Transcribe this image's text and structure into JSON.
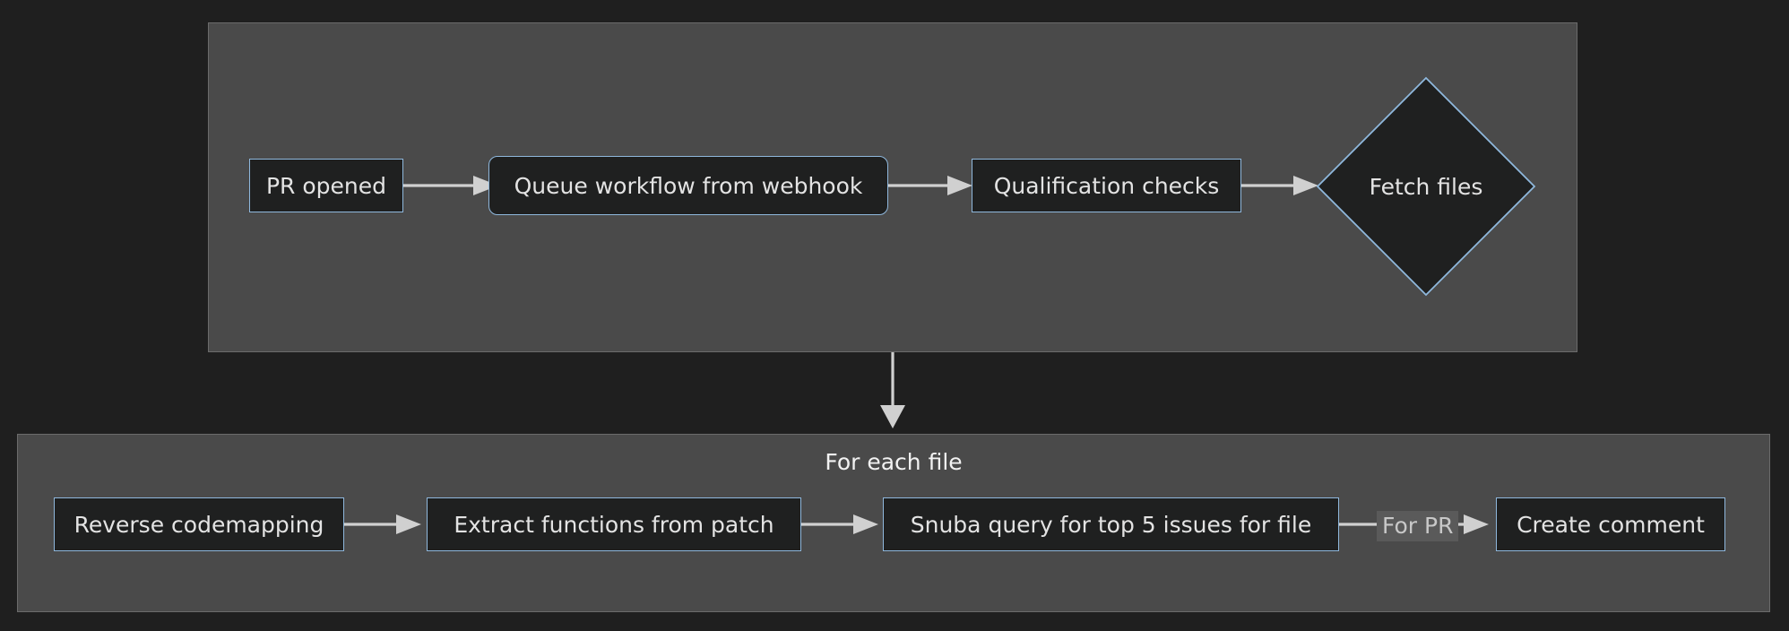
{
  "diagram": {
    "type": "flowchart",
    "direction": "left-to-right",
    "background_color": "#1f1f1f",
    "node_fill": "#1f2020",
    "node_border": "#8fb8dd",
    "node_text": "#e3e3e3",
    "subgraph_fill": "#4a4a4a",
    "subgraph_border": "#6b6b6b",
    "edge_color": "#d0d0d0"
  },
  "subgraphs": [
    {
      "id": "top",
      "title": ""
    },
    {
      "id": "bottom",
      "title": "For each file"
    }
  ],
  "nodes": [
    {
      "id": "pr-opened",
      "label": "PR opened",
      "shape": "rect"
    },
    {
      "id": "queue-workflow",
      "label": "Queue workflow from webhook",
      "shape": "rounded-rect"
    },
    {
      "id": "qualification",
      "label": "Qualification checks",
      "shape": "rect"
    },
    {
      "id": "fetch-files",
      "label": "Fetch files",
      "shape": "diamond"
    },
    {
      "id": "reverse-codemap",
      "label": "Reverse codemapping",
      "shape": "rect"
    },
    {
      "id": "extract-functions",
      "label": "Extract functions from patch",
      "shape": "rect"
    },
    {
      "id": "snuba-query",
      "label": "Snuba query for top 5 issues for file",
      "shape": "rect"
    },
    {
      "id": "create-comment",
      "label": "Create comment",
      "shape": "rect"
    }
  ],
  "edges": [
    {
      "id": "e1",
      "from": "pr-opened",
      "to": "queue-workflow",
      "label": ""
    },
    {
      "id": "e2",
      "from": "queue-workflow",
      "to": "qualification",
      "label": ""
    },
    {
      "id": "e3",
      "from": "qualification",
      "to": "fetch-files",
      "label": ""
    },
    {
      "id": "e4",
      "from": "top",
      "to": "bottom",
      "label": ""
    },
    {
      "id": "e5",
      "from": "reverse-codemap",
      "to": "extract-functions",
      "label": ""
    },
    {
      "id": "e6",
      "from": "extract-functions",
      "to": "snuba-query",
      "label": ""
    },
    {
      "id": "e7",
      "from": "snuba-query",
      "to": "create-comment",
      "label": "For PR"
    }
  ]
}
